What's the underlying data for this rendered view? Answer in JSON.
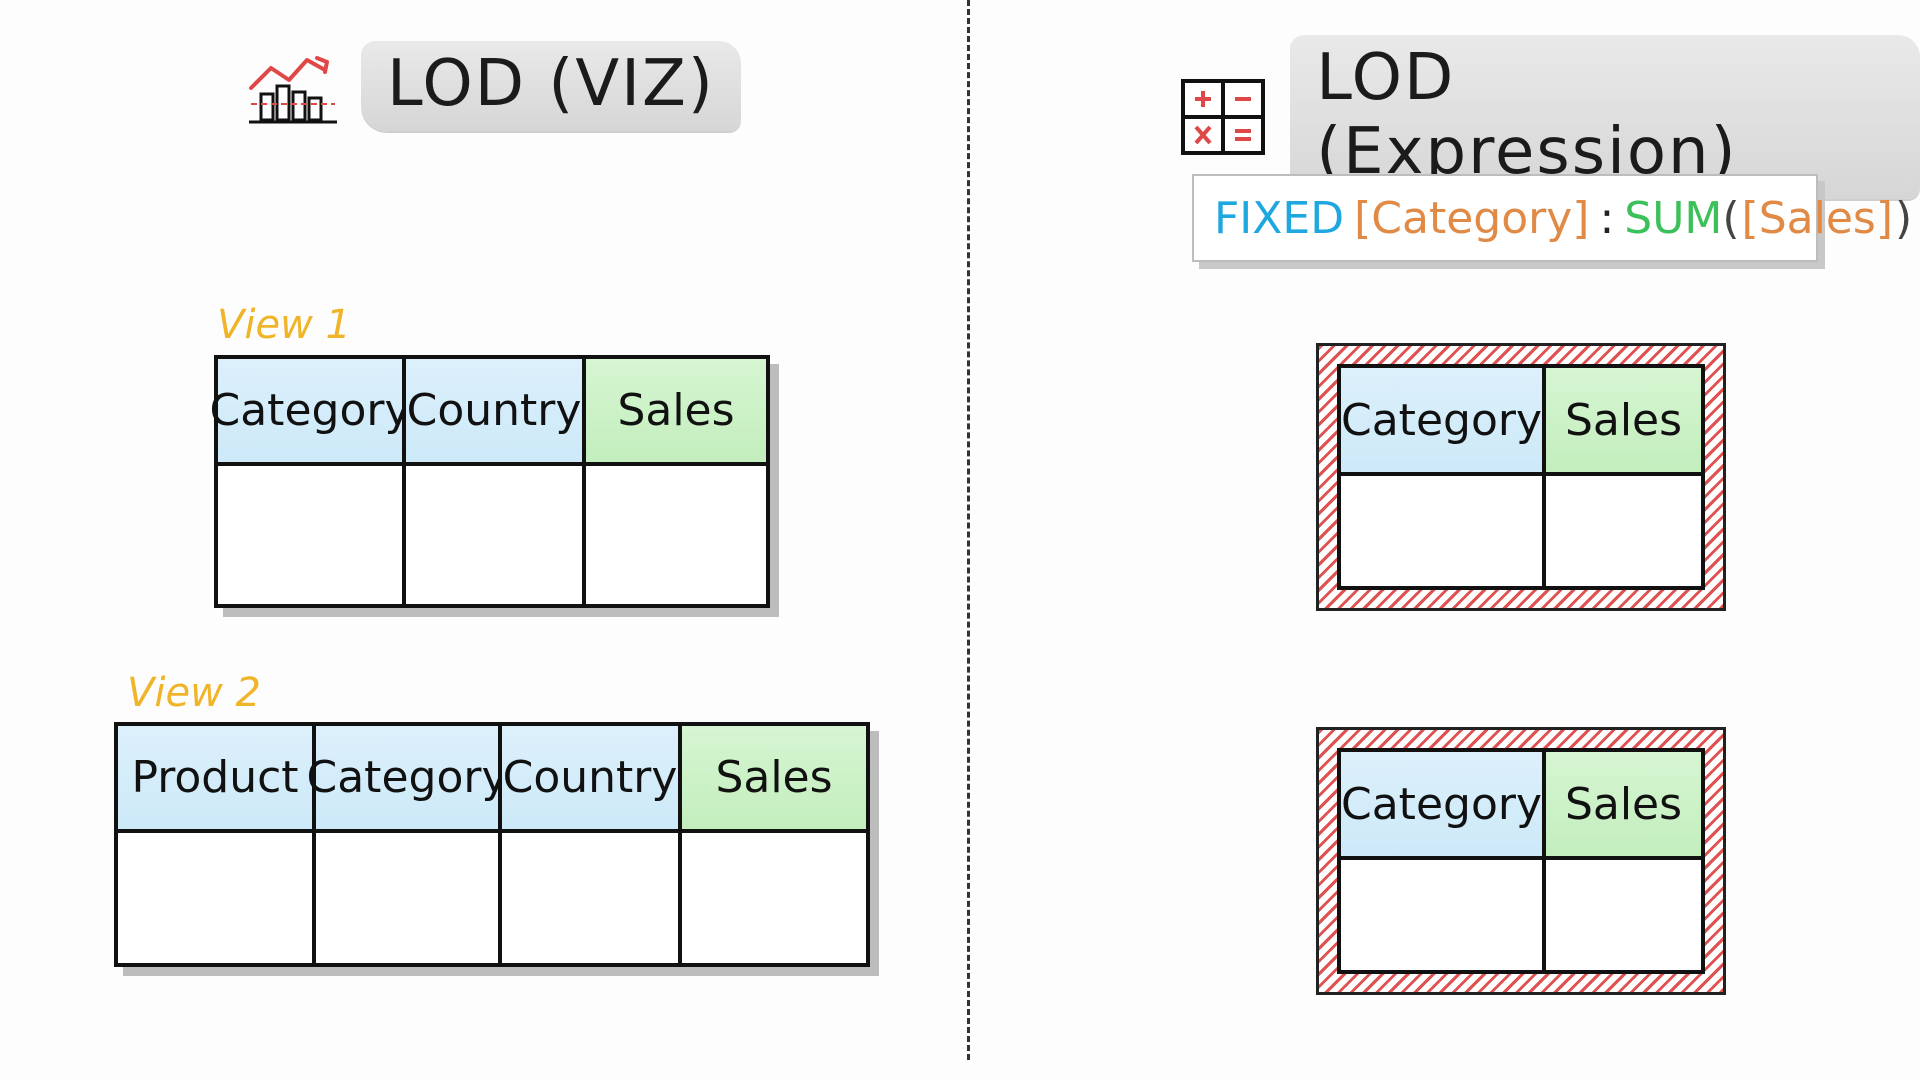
{
  "left_panel": {
    "title": "LOD (VIZ)",
    "icon": "chart-building-icon",
    "view1": {
      "label": "View 1",
      "columns": [
        {
          "label": "Category",
          "kind": "dimension"
        },
        {
          "label": "Country",
          "kind": "dimension"
        },
        {
          "label": "Sales",
          "kind": "measure"
        }
      ]
    },
    "view2": {
      "label": "View 2",
      "columns": [
        {
          "label": "Product",
          "kind": "dimension"
        },
        {
          "label": "Category",
          "kind": "dimension"
        },
        {
          "label": "Country",
          "kind": "dimension"
        },
        {
          "label": "Sales",
          "kind": "measure"
        }
      ]
    }
  },
  "right_panel": {
    "title": "LOD (Expression)",
    "icon": "calculator-icon",
    "formula": {
      "keyword": "FIXED",
      "dimension": "[Category]",
      "colon": ":",
      "aggregate": "SUM",
      "open_paren": "(",
      "measure": "[Sales]",
      "close_paren": ")"
    },
    "table_top": {
      "columns": [
        {
          "label": "Category",
          "kind": "dimension"
        },
        {
          "label": "Sales",
          "kind": "measure"
        }
      ]
    },
    "table_bottom": {
      "columns": [
        {
          "label": "Category",
          "kind": "dimension"
        },
        {
          "label": "Sales",
          "kind": "measure"
        }
      ]
    }
  },
  "colors": {
    "dimension": "#cde9f8",
    "measure": "#c3eebd",
    "view_label": "#f0b429",
    "formula_keyword": "#1fa8e0",
    "formula_field": "#e08a45",
    "formula_aggregate": "#3cc05a",
    "hatch": "#e05252"
  }
}
